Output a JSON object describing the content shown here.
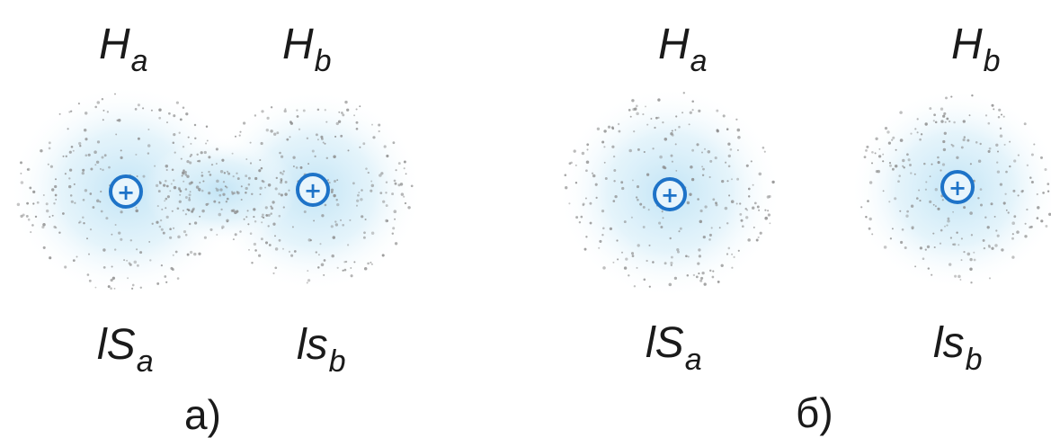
{
  "panels": [
    {
      "caption": "a)",
      "atoms": [
        {
          "top_base": "H",
          "top_sub": "a",
          "bottom_base": "lS",
          "bottom_sub": "a",
          "nucleus": "+"
        },
        {
          "top_base": "H",
          "top_sub": "b",
          "bottom_base": "ls",
          "bottom_sub": "b",
          "nucleus": "+"
        }
      ],
      "overlap": true
    },
    {
      "caption": "б)",
      "atoms": [
        {
          "top_base": "H",
          "top_sub": "a",
          "bottom_base": "lS",
          "bottom_sub": "a",
          "nucleus": "+"
        },
        {
          "top_base": "H",
          "top_sub": "b",
          "bottom_base": "ls",
          "bottom_sub": "b",
          "nucleus": "+"
        }
      ],
      "overlap": false
    }
  ],
  "colors": {
    "cloud_glow": "#cfeaf7",
    "cloud_dots": "#8a8a8a",
    "nucleus": "#1e73c8",
    "text": "#1a1a1a"
  }
}
